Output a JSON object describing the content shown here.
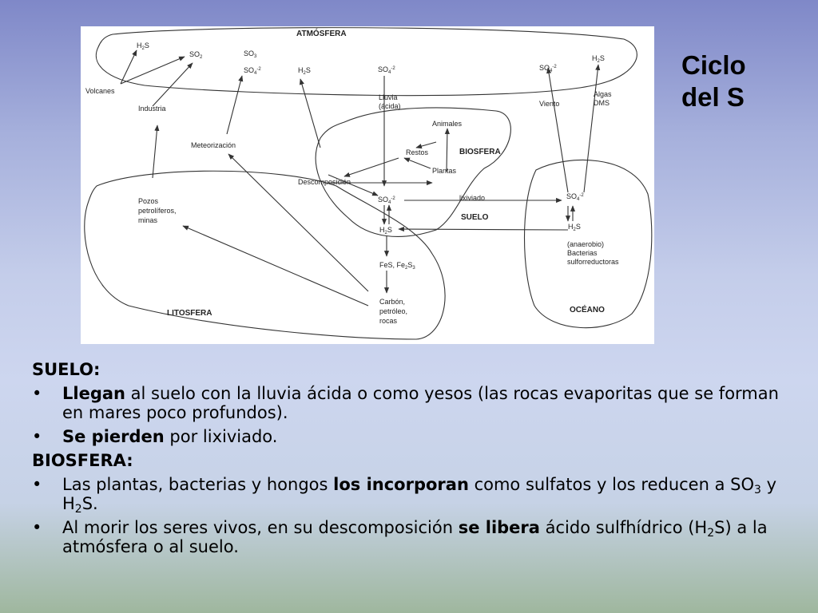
{
  "title": {
    "line1": "Ciclo",
    "line2": "del S"
  },
  "diagram": {
    "regions": {
      "atmosfera": "ATMÓSFERA",
      "biosfera": "BIOSFERA",
      "suelo": "SUELO",
      "litosfera": "LITOSFERA",
      "oceano": "OCÉANO"
    },
    "labels": {
      "volcanes": "Volcanes",
      "industria": "Industria",
      "meteorizacion": "Meteorización",
      "lluvia": "Lluvia",
      "acida": "(ácida)",
      "viento": "Viento",
      "algas": "Algas",
      "dms": "DMS",
      "animales": "Animales",
      "restos": "Restos",
      "plantas": "Plantas",
      "descomposicion": "Descomposición",
      "lixiviado": "lixiviado",
      "pozos1": "Pozos",
      "pozos2": "petrolíferos,",
      "pozos3": "minas",
      "anaerobio": "(anaerobio)",
      "bacterias": "Bacterias",
      "sulforreductoras": "sulforreductoras",
      "carbon": "Carbón,",
      "petroleo": "petróleo,",
      "rocas": "rocas"
    },
    "chem": {
      "h": "H",
      "s": "S",
      "so": "SO",
      "two": "2",
      "three": "3",
      "four": "4",
      "minus2": "-2",
      "fes": "FeS, Fe",
      "fe_sub": "2",
      "s2": "S",
      "s2_sub": "3"
    }
  },
  "body": {
    "suelo_heading": "SUELO:",
    "bullet_char": "•",
    "b1": {
      "bold": "Llegan",
      "rest": " al suelo con la lluvia ácida o como yesos (las rocas evaporitas que se forman en mares poco profundos)."
    },
    "b2": {
      "bold": "Se pierden",
      "rest": " por lixiviado."
    },
    "biosfera_heading": "BIOSFERA:",
    "b3": {
      "pre": "Las plantas, bacterias y hongos ",
      "bold": "los incorporan",
      "mid": " como sulfatos y los reducen a SO",
      "sub1": "3",
      "mid2": " y H",
      "sub2": "2",
      "end": "S."
    },
    "b4": {
      "pre": "Al morir los seres vivos, en su descomposición ",
      "bold": "se libera",
      "mid": " ácido sulfhídrico (H",
      "sub": "2",
      "end": "S) a la atmósfera o al suelo."
    }
  }
}
